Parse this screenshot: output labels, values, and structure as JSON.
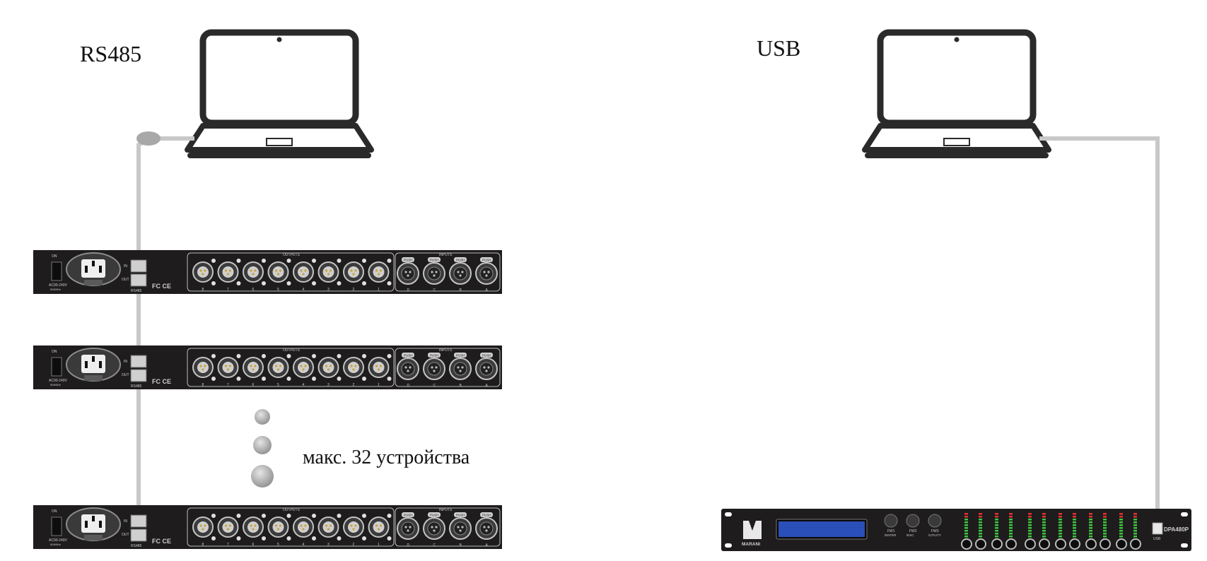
{
  "labels": {
    "rs485": "RS485",
    "usb": "USB",
    "max_devices": "макс. 32 устройства"
  },
  "rear_panel": {
    "outputs_label": "OUTPUTS",
    "inputs_label": "INPUTS",
    "power_switch_label": "ON",
    "power_rating": "AC90-240V",
    "power_freq": "50/60Hz",
    "port_in": "IN",
    "port_out": "OUT",
    "port_name": "RS485",
    "cert_marks": "FC CE",
    "push_label": "PUSH",
    "output_numbers": [
      "8",
      "7",
      "6",
      "5",
      "4",
      "3",
      "2",
      "1"
    ],
    "input_letters": [
      "D",
      "C",
      "B",
      "A"
    ]
  },
  "front_panel": {
    "brand": "MARANI",
    "model": "DPA480P",
    "usb_label": "USB",
    "knob_labels": [
      {
        "line1": "FW1",
        "line2": "/ENTER"
      },
      {
        "line1": "FW2",
        "line2": "/ESC"
      },
      {
        "line1": "FW3",
        "line2": "/UTILITY"
      }
    ]
  },
  "colors": {
    "device_body": "#1e1c1d",
    "cable": "#c8c8c8",
    "laptop": "#2a2a2a",
    "lcd": "#2b4fb8",
    "meter_green": "#3cc43c",
    "meter_red": "#e23232"
  },
  "icons": [
    "laptop-icon",
    "xlr-connector-icon",
    "power-socket-icon",
    "rj45-port-icon",
    "usb-port-icon"
  ]
}
